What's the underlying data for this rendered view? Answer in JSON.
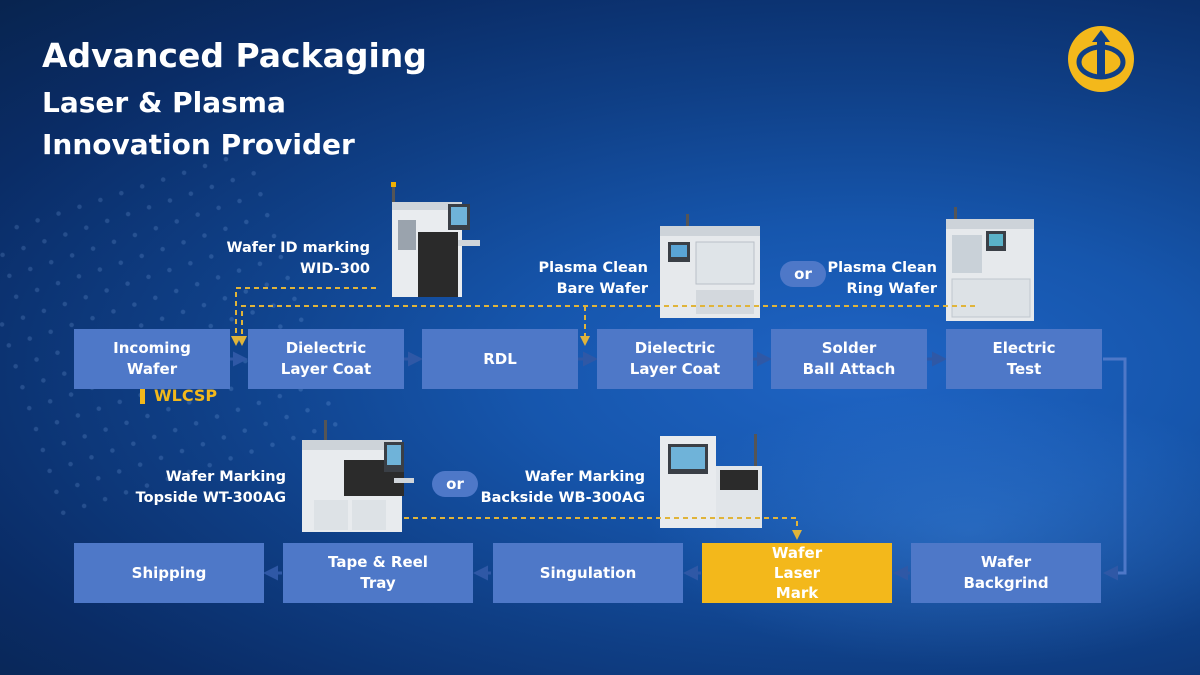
{
  "header": {
    "title_line1": "Advanced Packaging",
    "title_line2": "Laser & Plasma",
    "title_line3": "Innovation Provider",
    "section_tag": "WLCSP"
  },
  "colors": {
    "box": "#4e78c8",
    "highlight": "#f3b81b",
    "arrow": "#2f58a6",
    "dashed": "#e0b43a"
  },
  "process_top": [
    {
      "l1": "Incoming",
      "l2": "Wafer"
    },
    {
      "l1": "Dielectric",
      "l2": "Layer Coat"
    },
    {
      "l1": "RDL",
      "l2": ""
    },
    {
      "l1": "Dielectric",
      "l2": "Layer Coat"
    },
    {
      "l1": "Solder",
      "l2": "Ball Attach"
    },
    {
      "l1": "Electric",
      "l2": "Test"
    }
  ],
  "process_bottom": [
    {
      "l1": "Shipping",
      "l2": "",
      "l3": ""
    },
    {
      "l1": "Tape & Reel",
      "l2": "Tray",
      "l3": ""
    },
    {
      "l1": "Singulation",
      "l2": "",
      "l3": ""
    },
    {
      "l1": "Wafer",
      "l2": "Laser",
      "l3": "Mark"
    },
    {
      "l1": "Wafer",
      "l2": "Backgrind",
      "l3": ""
    }
  ],
  "machines": {
    "wid": {
      "l1": "Wafer ID marking",
      "l2": "WID-300",
      "icon": "laser-marking-machine-icon"
    },
    "plasma_bare": {
      "l1": "Plasma Clean",
      "l2": "Bare Wafer",
      "icon": "plasma-clean-machine-icon"
    },
    "plasma_ring": {
      "l1": "Plasma Clean",
      "l2": "Ring Wafer",
      "icon": "plasma-clean-machine-icon"
    },
    "topside": {
      "l1": "Wafer Marking",
      "l2": "Topside WT-300AG",
      "icon": "wafer-marking-machine-icon"
    },
    "backside": {
      "l1": "Wafer Marking",
      "l2": "Backside WB-300AG",
      "icon": "wafer-marking-machine-icon"
    }
  },
  "or_label": "or"
}
